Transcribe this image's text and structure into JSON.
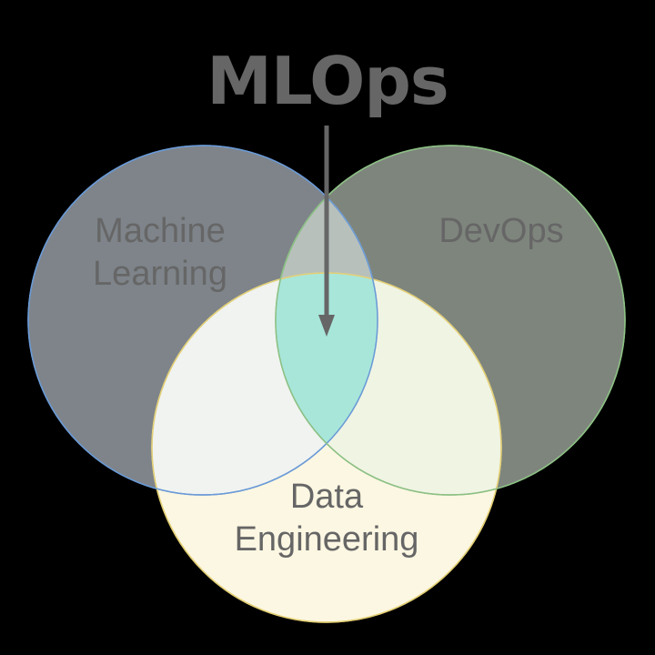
{
  "title": "MLOps",
  "circles": {
    "machine_learning": {
      "line1": "Machine",
      "line2": "Learning",
      "fill": "#e6f0fb",
      "stroke": "#6a9ad6"
    },
    "devops": {
      "line1": "DevOps",
      "fill": "#e6f3e4",
      "stroke": "#8cc084"
    },
    "data_engineering": {
      "line1": "Data",
      "line2": "Engineering",
      "fill": "#fcf7e2",
      "stroke": "#e3cf74"
    }
  },
  "colors": {
    "background": "#000000",
    "text": "#666666",
    "title": "#666666",
    "arrow": "#666666",
    "center_overlap": "#a8e6da"
  }
}
